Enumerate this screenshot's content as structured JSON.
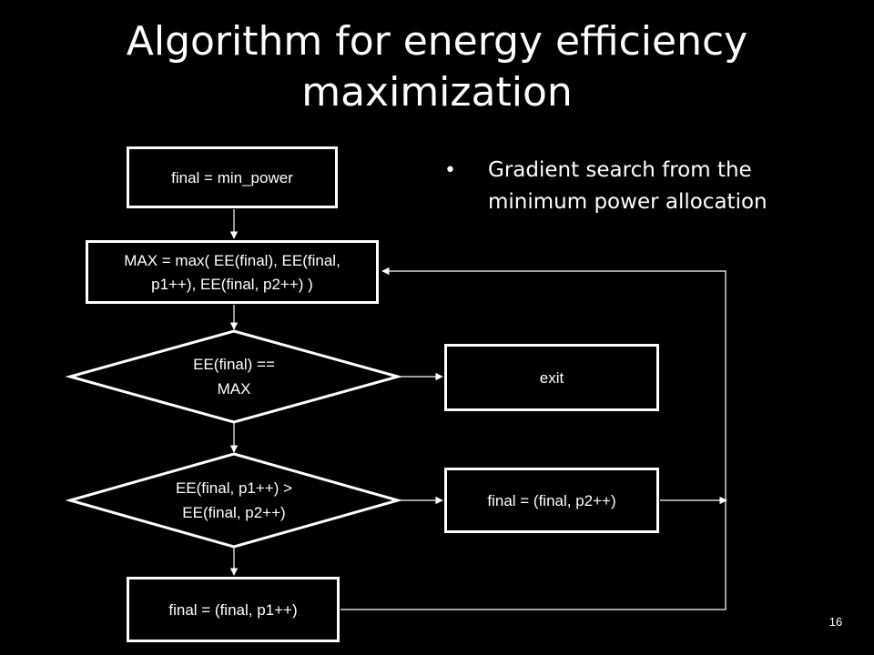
{
  "slide": {
    "title_line1": "Algorithm for energy efficiency",
    "title_line2": "maximization",
    "bullet_symbol": "•",
    "bullet_text": "Gradient search from the minimum power allocation",
    "page_number": "16"
  },
  "flowchart": {
    "start": {
      "lines": [
        "final = min_power"
      ]
    },
    "compute_max": {
      "lines": [
        "MAX = max( EE(final), EE(final,",
        "p1++), EE(final, p2++) )"
      ]
    },
    "check_max": {
      "lines": [
        "EE(final) ==",
        "MAX"
      ]
    },
    "exit": {
      "lines": [
        "exit"
      ]
    },
    "compare": {
      "lines": [
        "EE(final, p1++) >",
        "EE(final, p2++)"
      ]
    },
    "update_p2": {
      "lines": [
        "final = (final, p2++)"
      ]
    },
    "update_p1": {
      "lines": [
        "final = (final, p1++)"
      ]
    }
  },
  "colors": {
    "background": "#000000",
    "foreground": "#ffffff"
  }
}
